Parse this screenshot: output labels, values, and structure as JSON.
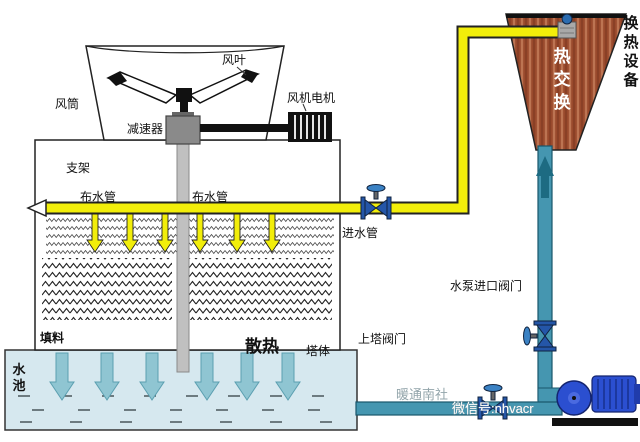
{
  "diagram": {
    "subject": "cooling-tower-and-heat-exchanger-system"
  },
  "labels": {
    "fan_blade": "风叶",
    "fan_cylinder": "风筒",
    "fan_motor": "风机电机",
    "gear_reducer": "减速器",
    "support": "支架",
    "water_distribution_pipe": "布水管",
    "water_inlet_pipe": "进水管",
    "pump_inlet_valve": "水泵进口阀门",
    "tower_supply_valve": "上塔阀门",
    "fill_material": "填料",
    "heat_dissipation": "散热",
    "tower_body": "塔体",
    "water_pool": "水池",
    "heat_exchange": "热交换",
    "heat_exchange_equipment": "换热设备"
  },
  "watermark": {
    "brand": "暖通南社",
    "wechat_id": "微信号:nhvacr"
  },
  "colors": {
    "pipe_yellow": "#f2ee0a",
    "pipe_teal": "#4596b0",
    "exchanger_brick": "#9a4a2c",
    "pump_blue": "#2b4fd0",
    "pool_water": "#d6e8ef",
    "arrow_teal": "#8fc5d2",
    "valve_blue": "#2456a8"
  }
}
